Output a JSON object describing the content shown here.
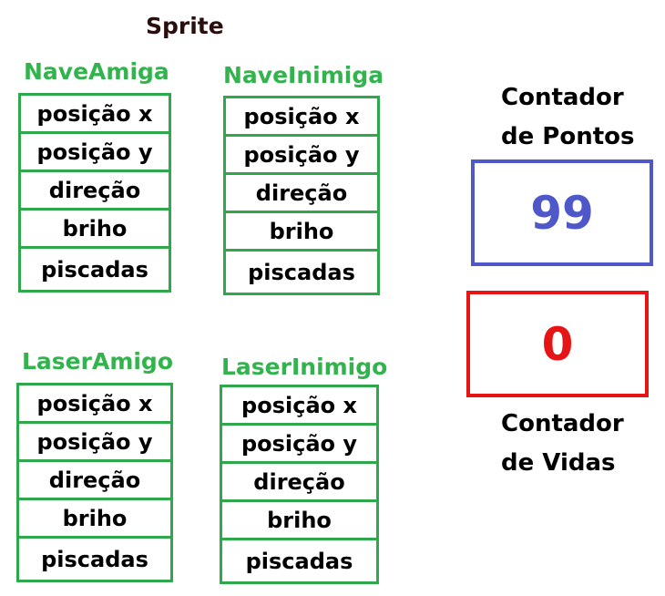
{
  "title": "Sprite",
  "sprites": [
    {
      "name": "NaveAmiga",
      "fields": [
        "posição x",
        "posição y",
        "direção",
        "briho",
        "piscadas"
      ]
    },
    {
      "name": "NaveInimiga",
      "fields": [
        "posição x",
        "posição y",
        "direção",
        "briho",
        "piscadas"
      ]
    },
    {
      "name": "LaserAmigo",
      "fields": [
        "posição x",
        "posição y",
        "direção",
        "briho",
        "piscadas"
      ]
    },
    {
      "name": "LaserInimigo",
      "fields": [
        "posição x",
        "posição y",
        "direção",
        "briho",
        "piscadas"
      ]
    }
  ],
  "points_counter": {
    "label_line1": "Contador",
    "label_line2": "de Pontos",
    "value": "99",
    "color": "#4e58c8"
  },
  "lives_counter": {
    "label_line1": "Contador",
    "label_line2": "de Vidas",
    "value": "0",
    "color": "#e61414"
  },
  "colors": {
    "sprite_green": "#2ea84a",
    "sprite_name_green": "#33b34d"
  }
}
